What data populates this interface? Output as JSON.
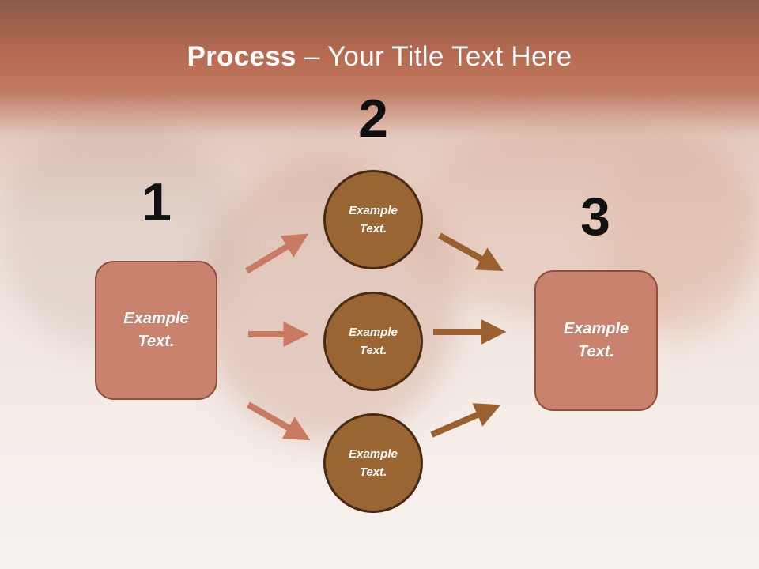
{
  "title": {
    "bold": "Process",
    "rest": " – Your Title Text Here"
  },
  "steps": {
    "one": "1",
    "two": "2",
    "three": "3"
  },
  "left_box": {
    "line1": "Example",
    "line2": "Text."
  },
  "right_box": {
    "line1": "Example",
    "line2": "Text."
  },
  "circles": [
    {
      "line1": "Example",
      "line2": "Text."
    },
    {
      "line1": "Example",
      "line2": "Text."
    },
    {
      "line1": "Example",
      "line2": "Text."
    }
  ],
  "colors": {
    "box_fill": "#c8826e",
    "circle_fill": "#996633",
    "left_arrows": "#c87a62",
    "right_arrows": "#9a6030"
  }
}
